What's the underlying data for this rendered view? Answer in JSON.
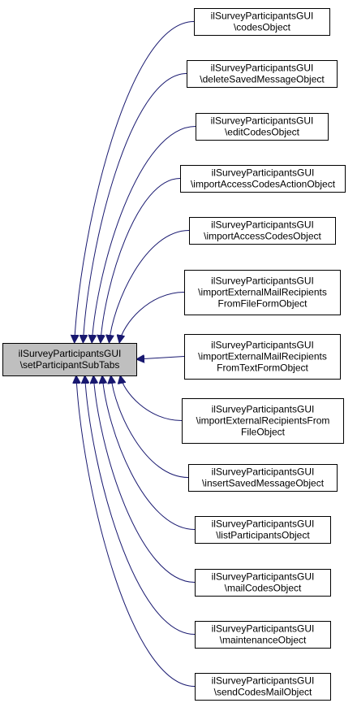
{
  "diagram": {
    "type": "call-graph",
    "edge_color": "#191970",
    "node_border": "#000000",
    "focus_fill": "#bfbfbf",
    "root": {
      "lines": [
        "ilSurveyParticipantsGUI",
        "\\setParticipantSubTabs"
      ]
    },
    "callers": [
      {
        "lines": [
          "ilSurveyParticipantsGUI",
          "\\codesObject"
        ]
      },
      {
        "lines": [
          "ilSurveyParticipantsGUI",
          "\\deleteSavedMessageObject"
        ]
      },
      {
        "lines": [
          "ilSurveyParticipantsGUI",
          "\\editCodesObject"
        ]
      },
      {
        "lines": [
          "ilSurveyParticipantsGUI",
          "\\importAccessCodesActionObject"
        ]
      },
      {
        "lines": [
          "ilSurveyParticipantsGUI",
          "\\importAccessCodesObject"
        ]
      },
      {
        "lines": [
          "ilSurveyParticipantsGUI",
          "\\importExternalMailRecipients",
          "FromFileFormObject"
        ]
      },
      {
        "lines": [
          "ilSurveyParticipantsGUI",
          "\\importExternalMailRecipients",
          "FromTextFormObject"
        ]
      },
      {
        "lines": [
          "ilSurveyParticipantsGUI",
          "\\importExternalRecipientsFrom",
          "FileObject"
        ]
      },
      {
        "lines": [
          "ilSurveyParticipantsGUI",
          "\\insertSavedMessageObject"
        ]
      },
      {
        "lines": [
          "ilSurveyParticipantsGUI",
          "\\listParticipantsObject"
        ]
      },
      {
        "lines": [
          "ilSurveyParticipantsGUI",
          "\\mailCodesObject"
        ]
      },
      {
        "lines": [
          "ilSurveyParticipantsGUI",
          "\\maintenanceObject"
        ]
      },
      {
        "lines": [
          "ilSurveyParticipantsGUI",
          "\\sendCodesMailObject"
        ]
      }
    ]
  }
}
